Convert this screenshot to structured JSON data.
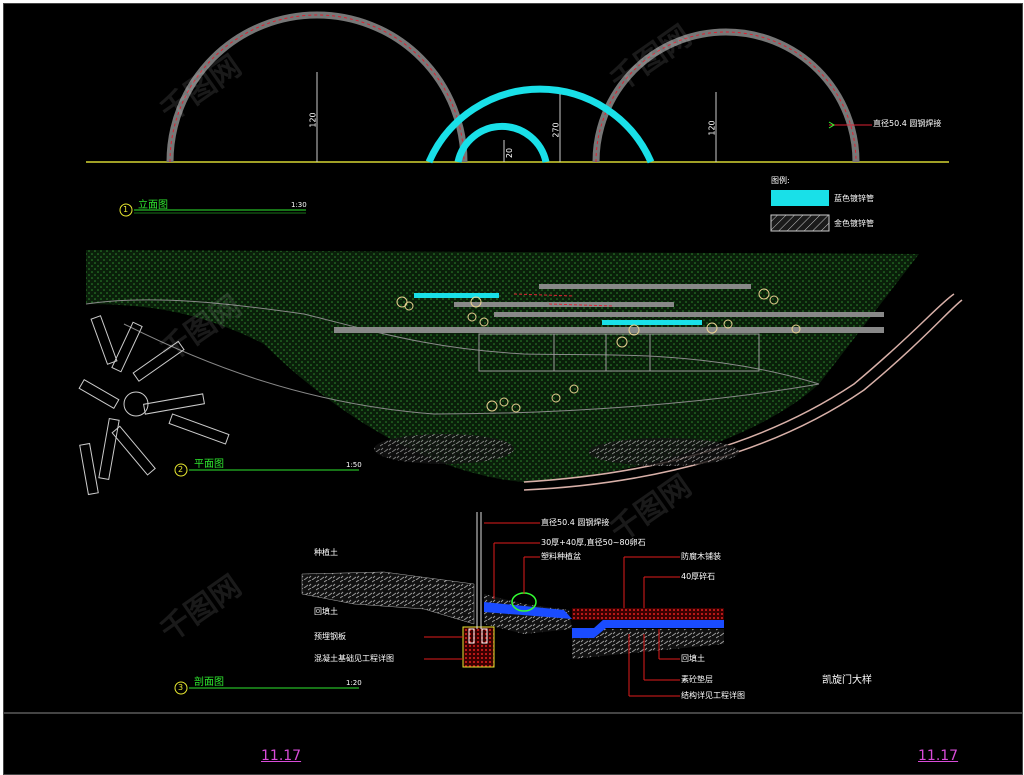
{
  "elevation": {
    "dim_left": "120",
    "dim_mid": "270",
    "dim_small": "20",
    "dim_right": "120",
    "callout": "直径50.4 圆钢焊接"
  },
  "legend": {
    "title": "图例:",
    "item1": "蓝色镀锌管",
    "item2": "金色镀锌管"
  },
  "titles": {
    "t1_num": "1",
    "t1_name": "立面图",
    "t1_scale": "1:30",
    "t2_num": "2",
    "t2_name": "平面图",
    "t2_scale": "1:50",
    "t3_num": "3",
    "t3_name": "剖面图",
    "t3_scale": "1:20"
  },
  "section": {
    "top_callout": "直径50.4 圆钢焊接",
    "c1": "30厚+40厚,直径50~80卵石",
    "c2": "塑料种植盆",
    "c3": "防腐木铺装",
    "c4": "40厚碎石",
    "left1": "种植土",
    "left2": "回填土",
    "left3": "预埋钢板",
    "left4": "混凝土基础见工程详图",
    "right1": "回填土",
    "right2": "素砼垫层",
    "right3": "结构详见工程详图",
    "detail_title": "凯旋门大样"
  },
  "bottom": {
    "left": "11.17",
    "right": "11.17"
  },
  "watermark": "千图网"
}
